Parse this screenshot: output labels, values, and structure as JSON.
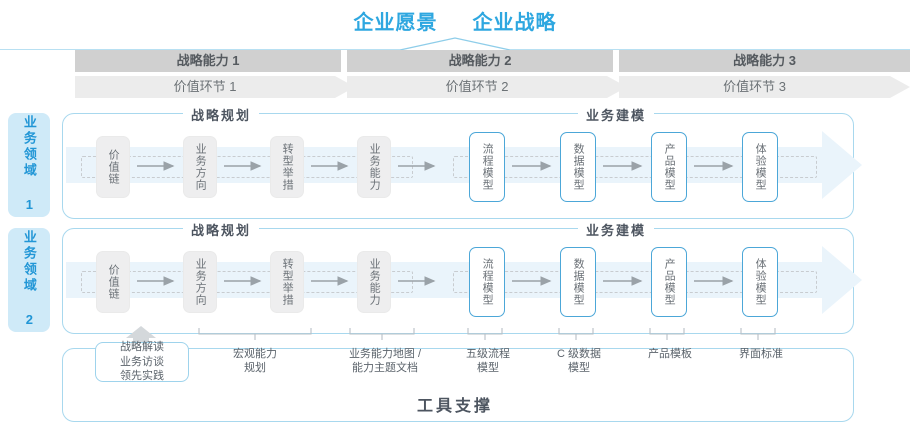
{
  "header": {
    "vision": "企业愿景",
    "strategy": "企业战略"
  },
  "capabilities": [
    {
      "capability": "战略能力 1",
      "value_link": "价值环节 1"
    },
    {
      "capability": "战略能力 2",
      "value_link": "价值环节 2"
    },
    {
      "capability": "战略能力 3",
      "value_link": "价值环节 3"
    }
  ],
  "domains": [
    {
      "label": "业务领域 1"
    },
    {
      "label": "业务领域 2"
    }
  ],
  "sections": {
    "planning": "战略规划",
    "modeling": "业务建模"
  },
  "planning_steps": [
    {
      "label": "价值链"
    },
    {
      "label": "业务方向"
    },
    {
      "label": "转型举措"
    },
    {
      "label": "业务能力"
    }
  ],
  "modeling_steps": [
    {
      "label": "流程模型"
    },
    {
      "label": "数据模型"
    },
    {
      "label": "产品模型"
    },
    {
      "label": "体验模型"
    }
  ],
  "notes": [
    {
      "label": "战略解读\n业务访谈\n领先实践"
    },
    {
      "label": "宏观能力\n规划"
    },
    {
      "label": "业务能力地图 /\n能力主题文档"
    },
    {
      "label": "五级流程\n模型"
    },
    {
      "label": "C 级数据\n模型"
    },
    {
      "label": "产品模板"
    },
    {
      "label": "界面标准"
    }
  ],
  "tool_support": {
    "title": "工具支撑"
  },
  "colors": {
    "accent": "#2ea7e0",
    "bar_dark": "#d0d0d0",
    "bar_light": "#ececec",
    "domain_bg": "#cfeaf8",
    "box_gray": "#eeeeef",
    "box_blue_border": "#4ca7d8",
    "band": "#eaf4fb"
  }
}
